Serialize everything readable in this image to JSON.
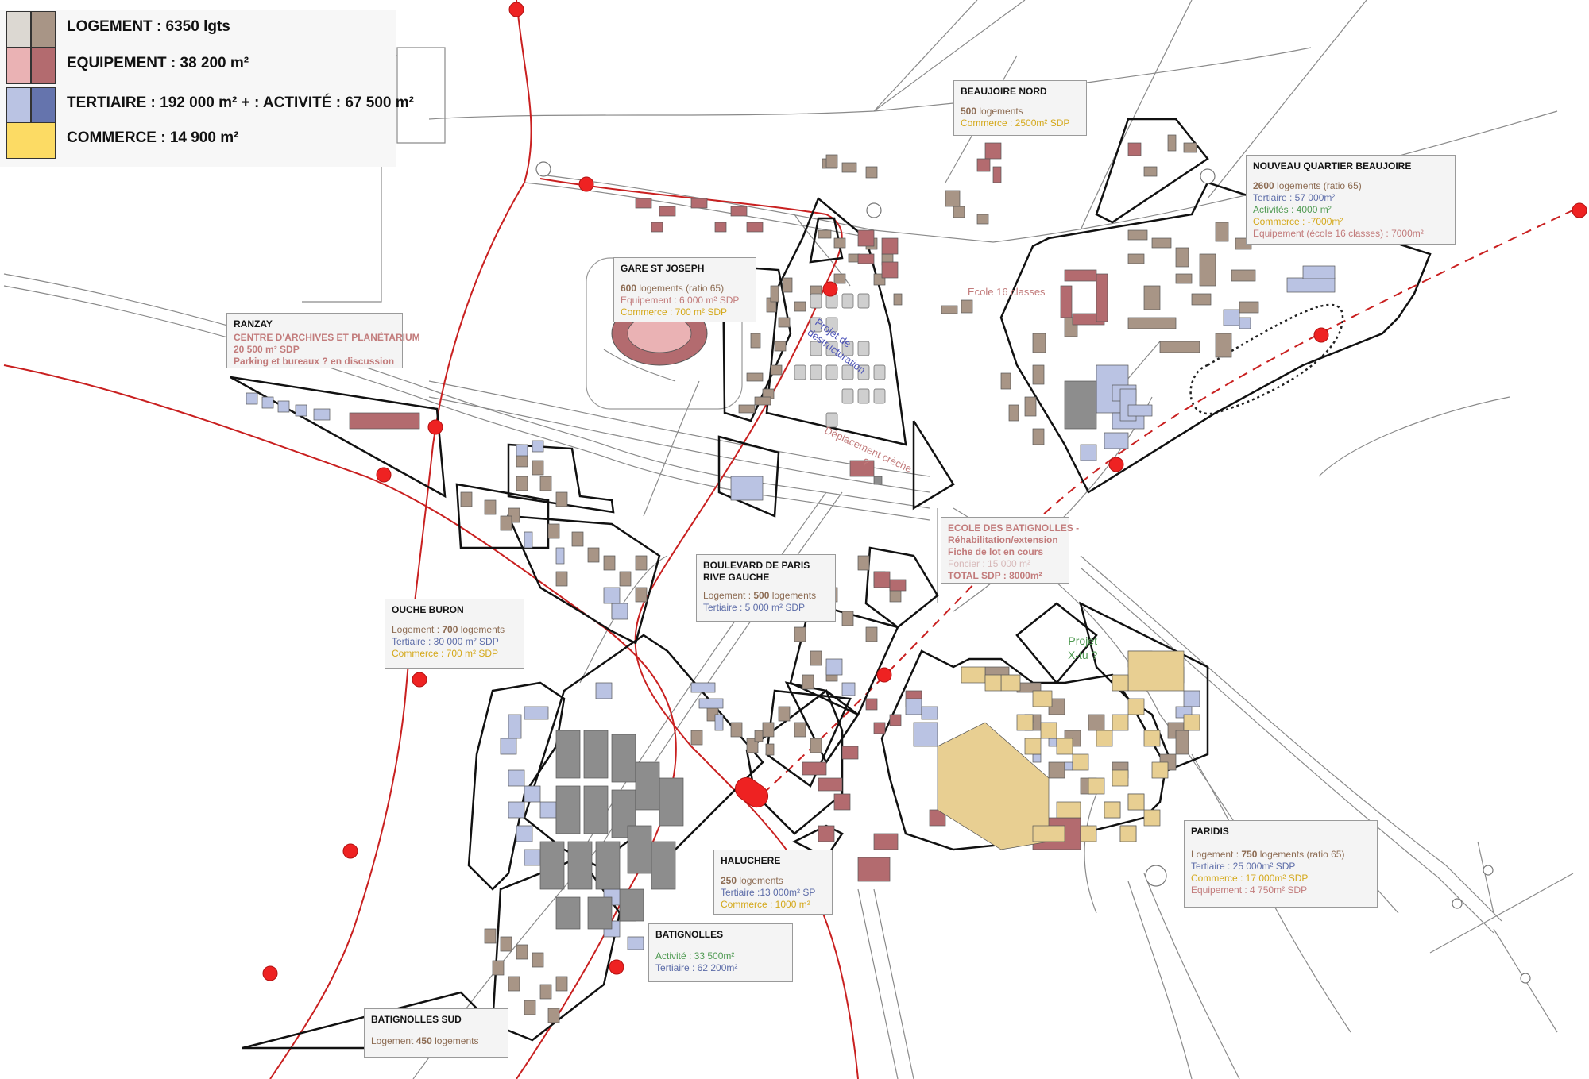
{
  "colors": {
    "logement_light": "#dcd8d2",
    "logement_dark": "#a89586",
    "equipement_light": "#eab2b4",
    "equipement_dark": "#b36b6f",
    "tertiaire_light": "#bac3e3",
    "tertiaire_dark": "#6574ad",
    "commerce": "#fcdb64",
    "tram_line": "#c92020",
    "station": "#ee2222"
  },
  "legend": [
    {
      "label": "LOGEMENT :  6350 lgts",
      "light": "#dcd8d2",
      "dark": "#a89586"
    },
    {
      "label": "EQUIPEMENT : 38 200 m²",
      "light": "#eab2b4",
      "dark": "#b36b6f"
    },
    {
      "label": "TERTIAIRE : 192 000 m² +  : ACTIVITÉ : 67 500 m²",
      "light": "#bac3e3",
      "dark": "#6574ad"
    },
    {
      "label": "COMMERCE : 14 900 m²",
      "light": "#fcdb64",
      "dark": null
    }
  ],
  "boxes": {
    "beaujoire_nord": {
      "title": "BEAUJOIRE NORD",
      "l1_num": "500",
      "l1_rest": " logements",
      "l2": "Commerce : 2500m² SDP"
    },
    "nouveau_quartier": {
      "title": "NOUVEAU QUARTIER BEAUJOIRE",
      "l1_num": "2600",
      "l1_rest": " logements (ratio 65)",
      "l2": "Tertiaire : 57 000m²",
      "l3": "Activités : 4000 m²",
      "l4": "Commerce : -7000m²",
      "l5": "Equipement (école 16 classes) : 7000m²"
    },
    "gare_st_joseph": {
      "title": "GARE ST JOSEPH",
      "l1_num": "600",
      "l1_rest": " logements (ratio 65)",
      "l2": "Equipement : 6 000 m² SDP",
      "l3": "Commerce :  700 m² SDP"
    },
    "ranzay": {
      "title": "RANZAY",
      "l1": "CENTRE D'ARCHIVES ET PLANÉTARIUM",
      "l2": "20 500 m² SDP",
      "l3": "Parking et bureaux ? en discussion"
    },
    "ecole_batignolles": {
      "l1": "ECOLE DES BATIGNOLLES -",
      "l2": "Réhabilitation/extension",
      "l3": "Fiche de lot en cours",
      "l4": "Foncier : 15 000 m²",
      "l5": "TOTAL SDP : 8000m²"
    },
    "boulevard_paris": {
      "title": "BOULEVARD DE PARIS RIVE GAUCHE",
      "l1_pre": "Logement : ",
      "l1_num": "500",
      "l1_rest": " logements",
      "l2": "Tertiaire : 5 000 m² SDP"
    },
    "ouche_buron": {
      "title": "OUCHE BURON",
      "l1_pre": "Logement : ",
      "l1_num": "700",
      "l1_rest": " logements",
      "l2": "Tertiaire : 30 000 m² SDP",
      "l3": "Commerce : 700 m² SDP"
    },
    "paridis": {
      "title": "PARIDIS",
      "l1_pre": "Logement :  ",
      "l1_num": "750",
      "l1_rest": " logements (ratio 65)",
      "l2": "Tertiaire : 25 000m² SDP",
      "l3": "Commerce : 17 000m² SDP",
      "l4": "Equipement : 4 750m² SDP"
    },
    "haluchere": {
      "title": "HALUCHERE",
      "l1_num": "250",
      "l1_rest": " logements",
      "l2": "Tertiaire :13 000m² SP",
      "l3": "Commerce : 1000 m²"
    },
    "batignolles": {
      "title": "BATIGNOLLES",
      "l1": "Activité : 33 500m²",
      "l2": "Tertiaire : 62 200m²"
    },
    "batignolles_sud": {
      "title": "BATIGNOLLES SUD",
      "l1_pre": "Logement ",
      "l1_num": "450",
      "l1_rest": " logements"
    }
  },
  "map_labels": {
    "ecole16": "Ecole 16 classes",
    "projet_destructuration_1": "Projet de",
    "projet_destructuration_2": "destructuration",
    "deplacement_1": "Déplacement crèche",
    "deplacement_2": "?",
    "projet_xtu_1": "Projet",
    "projet_xtu_2": "X-tu ?"
  }
}
